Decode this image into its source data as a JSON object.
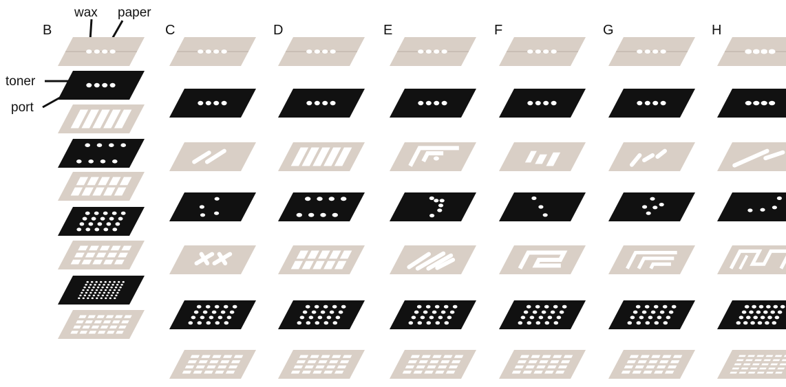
{
  "figure": {
    "columns": [
      "B",
      "C",
      "D",
      "E",
      "F",
      "G",
      "H"
    ],
    "annotations": {
      "wax": "wax",
      "paper": "paper",
      "toner": "toner",
      "port": "port"
    },
    "colors": {
      "paper": "#d9cfc6",
      "toner": "#111111",
      "hole": "#ffffff",
      "leader": "#111111"
    }
  }
}
